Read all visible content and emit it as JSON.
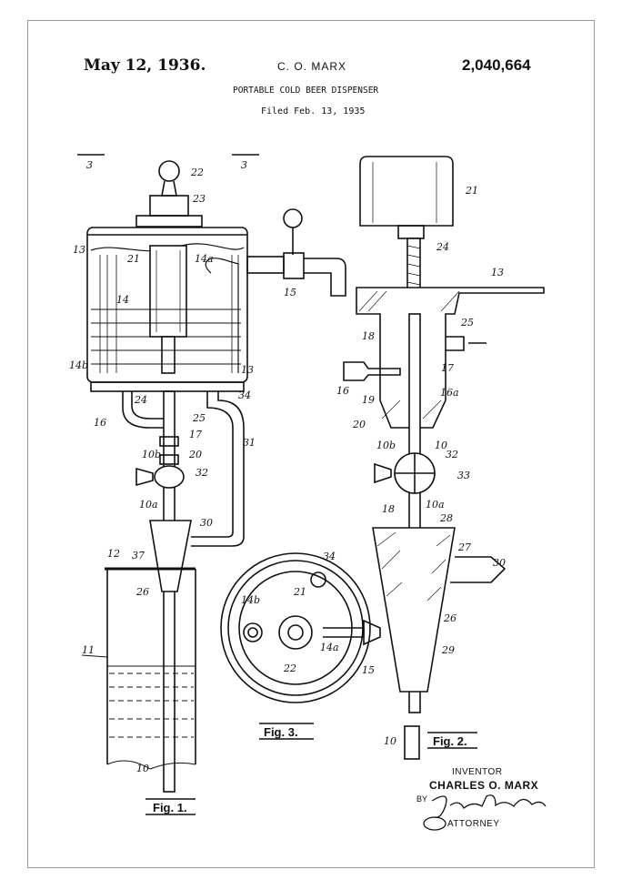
{
  "header": {
    "date": "May 12, 1936.",
    "inventor_short": "C. O. MARX",
    "patent_number": "2,040,664",
    "title": "PORTABLE COLD BEER DISPENSER",
    "filed": "Filed Feb. 13, 1935"
  },
  "footer": {
    "inventor_label": "INVENTOR",
    "inventor_name": "CHARLES O. MARX",
    "by": "BY",
    "signature": "Zoltan Polachek",
    "attorney_label": "ATTORNEY"
  },
  "figures": {
    "fig1": "Fig. 1.",
    "fig2": "Fig. 2.",
    "fig3": "Fig. 3."
  },
  "labels": {
    "f1": [
      "3",
      "3",
      "22",
      "23",
      "13",
      "21",
      "14a",
      "15",
      "14",
      "14b",
      "24",
      "34",
      "13",
      "16",
      "25",
      "17",
      "31",
      "10b",
      "20",
      "32",
      "10a",
      "30",
      "12",
      "37",
      "26",
      "11",
      "10"
    ],
    "f2": [
      "21",
      "24",
      "13",
      "25",
      "18",
      "17",
      "16",
      "16a",
      "19",
      "20",
      "10b",
      "10",
      "32",
      "33",
      "18",
      "10a",
      "28",
      "27",
      "30",
      "26",
      "29",
      "10"
    ],
    "f3": [
      "34",
      "21",
      "14b",
      "22",
      "14a",
      "15"
    ]
  }
}
